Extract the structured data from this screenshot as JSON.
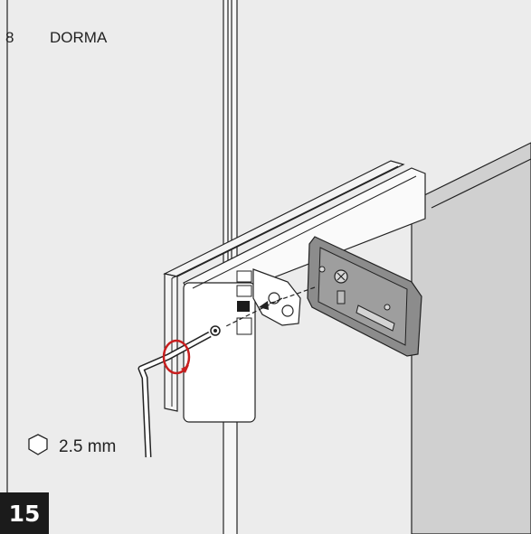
{
  "header": {
    "page_number": "8",
    "brand": "DORMA"
  },
  "tool": {
    "icon": "hexagon-icon",
    "size_label": "2.5 mm"
  },
  "step": {
    "number": "15"
  },
  "colors": {
    "wall_panel": "#ececec",
    "glass_pane": "#d0d0d0",
    "line": "#222222",
    "step_box": "#1b1b1b",
    "accent_ring": "#c81e1e"
  }
}
